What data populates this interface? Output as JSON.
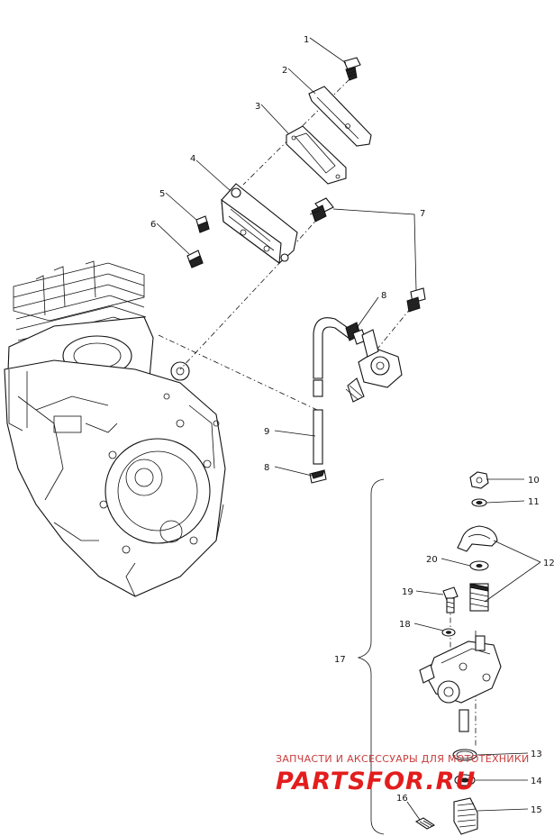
{
  "callouts": {
    "c1": "1",
    "c2": "2",
    "c3": "3",
    "c4": "4",
    "c5": "5",
    "c6": "6",
    "c7": "7",
    "c8a": "8",
    "c9": "9",
    "c8b": "8",
    "c10": "10",
    "c11": "11",
    "c12": "12",
    "c20": "20",
    "c19": "19",
    "c18": "18",
    "c17": "17",
    "c13": "13",
    "c14": "14",
    "c16": "16",
    "c15": "15"
  },
  "watermark": {
    "caption": "ЗАПЧАСТИ И АКСЕССУАРЫ ДЛЯ МОТОТЕХНИКИ",
    "logo": "PARTSFOR.RU",
    "color": "#e31d1d"
  },
  "icons": {
    "engine": "engine-block-icon",
    "pump": "oil-pump-icon"
  }
}
